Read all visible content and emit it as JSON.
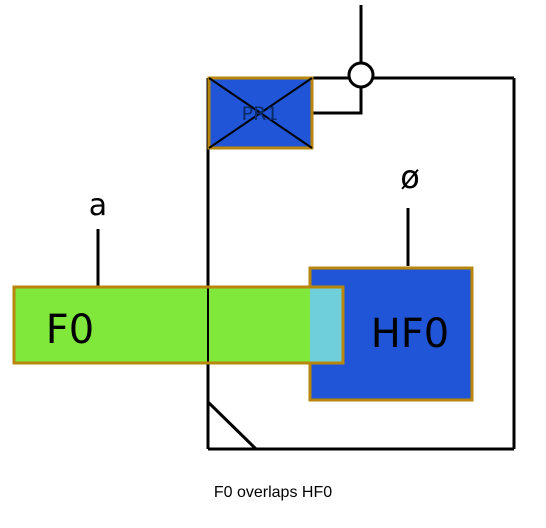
{
  "diagram": {
    "labels": {
      "pr": "PR1",
      "phi": "ø",
      "a": "a",
      "f0": "F0",
      "hf0": "HF0"
    },
    "caption": "F0 overlaps HF0",
    "colors": {
      "outline": "#000000",
      "block_border": "#b8860b",
      "pr_fill": "#1f55d6",
      "hf0_fill": "#1f55d6",
      "f0_fill": "#7fe83a",
      "overlap_fill": "#6fd0dc",
      "background": "#ffffff"
    }
  }
}
